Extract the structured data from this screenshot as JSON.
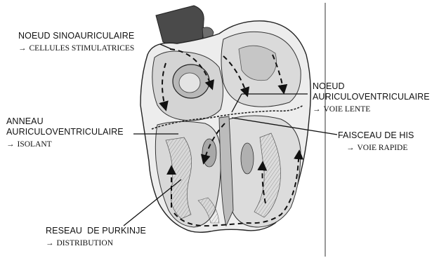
{
  "labels": {
    "sa": {
      "title": "NOEUD SINOAURICULAIRE",
      "arrow": "→",
      "sub": "CELLULES STIMULATRICES"
    },
    "av": {
      "title1": "NOEUD",
      "title2": "AURICULOVENTRICULAIRE",
      "arrow": "→",
      "sub": "VOIE LENTE"
    },
    "ring": {
      "title1": "ANNEAU",
      "title2": "AURICULOVENTRICULAIRE",
      "arrow": "→",
      "sub": "ISOLANT"
    },
    "his": {
      "title": "FAISCEAU DE HIS",
      "arrow": "→",
      "sub": "VOIE RAPIDE"
    },
    "purkinje": {
      "title": "RESEAU  DE PURKINJE",
      "arrow": "→",
      "sub": "DISTRIBUTION"
    }
  },
  "colors": {
    "ink": "#111111",
    "tissue_light": "#ededed",
    "tissue_mid": "#c8c8c8",
    "tissue_dark": "#7a7a7a",
    "vessel": "#4a4a4a"
  }
}
